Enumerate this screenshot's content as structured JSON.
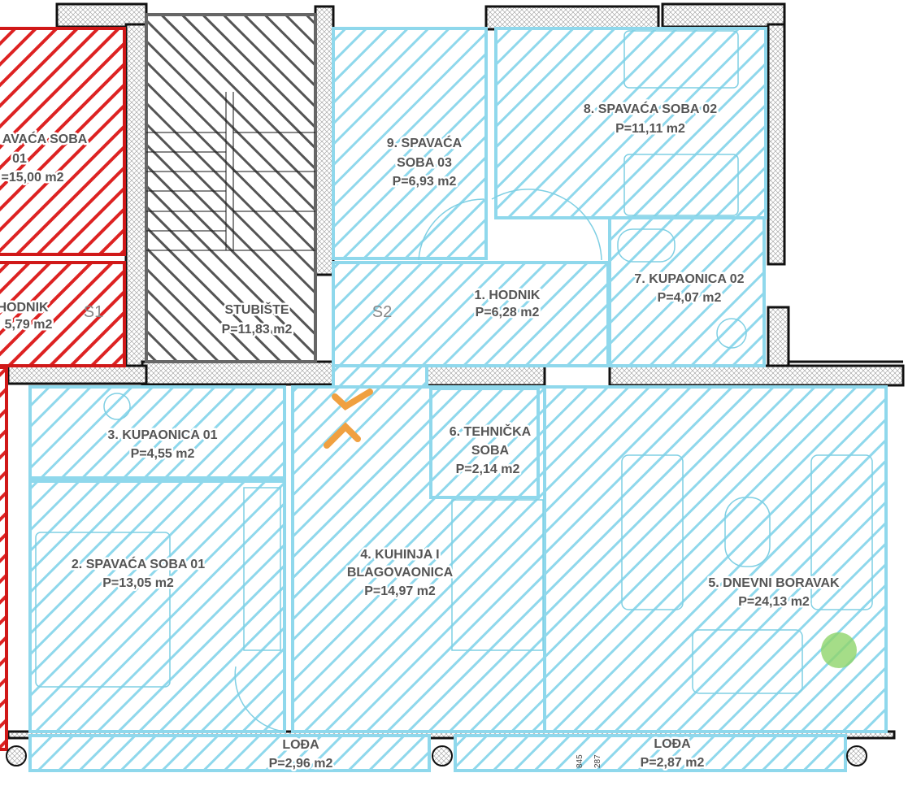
{
  "rooms": [
    {
      "id": "r1",
      "name": "1. HODNIK",
      "area": "P=6,28 m2"
    },
    {
      "id": "r2",
      "name": "2. SPAVAĆA SOBA 01",
      "area": "P=13,05 m2"
    },
    {
      "id": "r3",
      "name": "3. KUPAONICA 01",
      "area": "P=4,55 m2"
    },
    {
      "id": "r4",
      "name_1": "4. KUHINJA I",
      "name_2": "BLAGOVAONICA",
      "area": "P=14,97 m2"
    },
    {
      "id": "r5",
      "name": "5. DNEVNI BORAVAK",
      "area": "P=24,13 m2"
    },
    {
      "id": "r6",
      "name_1": "6. TEHNIČKA",
      "name_2": "SOBA",
      "area": "P=2,14 m2"
    },
    {
      "id": "r7",
      "name": "7. KUPAONICA 02",
      "area": "P=4,07 m2"
    },
    {
      "id": "r8",
      "name": "8. SPAVAĆA SOBA 02",
      "area": "P=11,11 m2"
    },
    {
      "id": "r9",
      "name_1": "9. SPAVAĆA",
      "name_2": "SOBA 03",
      "area": "P=6,93 m2"
    },
    {
      "id": "loda1",
      "name": "LOĐA",
      "area": "P=2,96 m2"
    },
    {
      "id": "loda2",
      "name": "LOĐA",
      "area": "P=2,87 m2"
    }
  ],
  "neighbor": {
    "bedroom_name_1": "AVAĆA SOBA",
    "bedroom_name_2": "01",
    "bedroom_area": "=15,00 m2",
    "hall_name": "HODNIK",
    "hall_area": "5,79 m2",
    "stair_name": "STUBIŠTE",
    "stair_area": "P=11,83 m2"
  },
  "markers": {
    "s1": "S1",
    "s2": "S2",
    "dim_a": "845",
    "dim_b": "287"
  },
  "colors": {
    "apartment": "#8fd8ec",
    "neighbor": "#d01818",
    "stairs": "#666666",
    "logo": "#f0a040"
  }
}
